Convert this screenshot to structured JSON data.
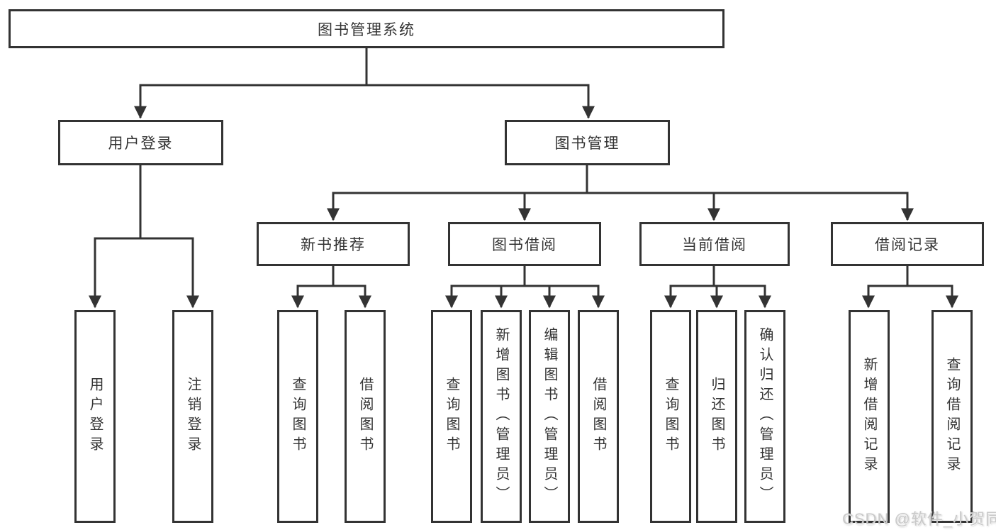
{
  "diagram": {
    "title": "图书管理系统",
    "branches": [
      {
        "label": "用户登录",
        "children": [
          {
            "label": "用户登录"
          },
          {
            "label": "注销登录"
          }
        ]
      },
      {
        "label": "图书管理",
        "children": [
          {
            "label": "新书推荐",
            "children": [
              {
                "label": "查询图书"
              },
              {
                "label": "借阅图书"
              }
            ]
          },
          {
            "label": "图书借阅",
            "children": [
              {
                "label": "查询图书"
              },
              {
                "label": "新增图书（管理员）"
              },
              {
                "label": "编辑图书（管理员）"
              },
              {
                "label": "借阅图书"
              }
            ]
          },
          {
            "label": "当前借阅",
            "children": [
              {
                "label": "查询图书"
              },
              {
                "label": "归还图书"
              },
              {
                "label": "确认归还（管理员）"
              }
            ]
          },
          {
            "label": "借阅记录",
            "children": [
              {
                "label": "新增借阅记录"
              },
              {
                "label": "查询借阅记录"
              }
            ]
          }
        ]
      }
    ]
  },
  "watermark": "CSDN @软件_小贺同学",
  "colors": {
    "line": "#333333",
    "text": "#333333",
    "background": "#ffffff",
    "watermark": "#c9c9c9"
  }
}
